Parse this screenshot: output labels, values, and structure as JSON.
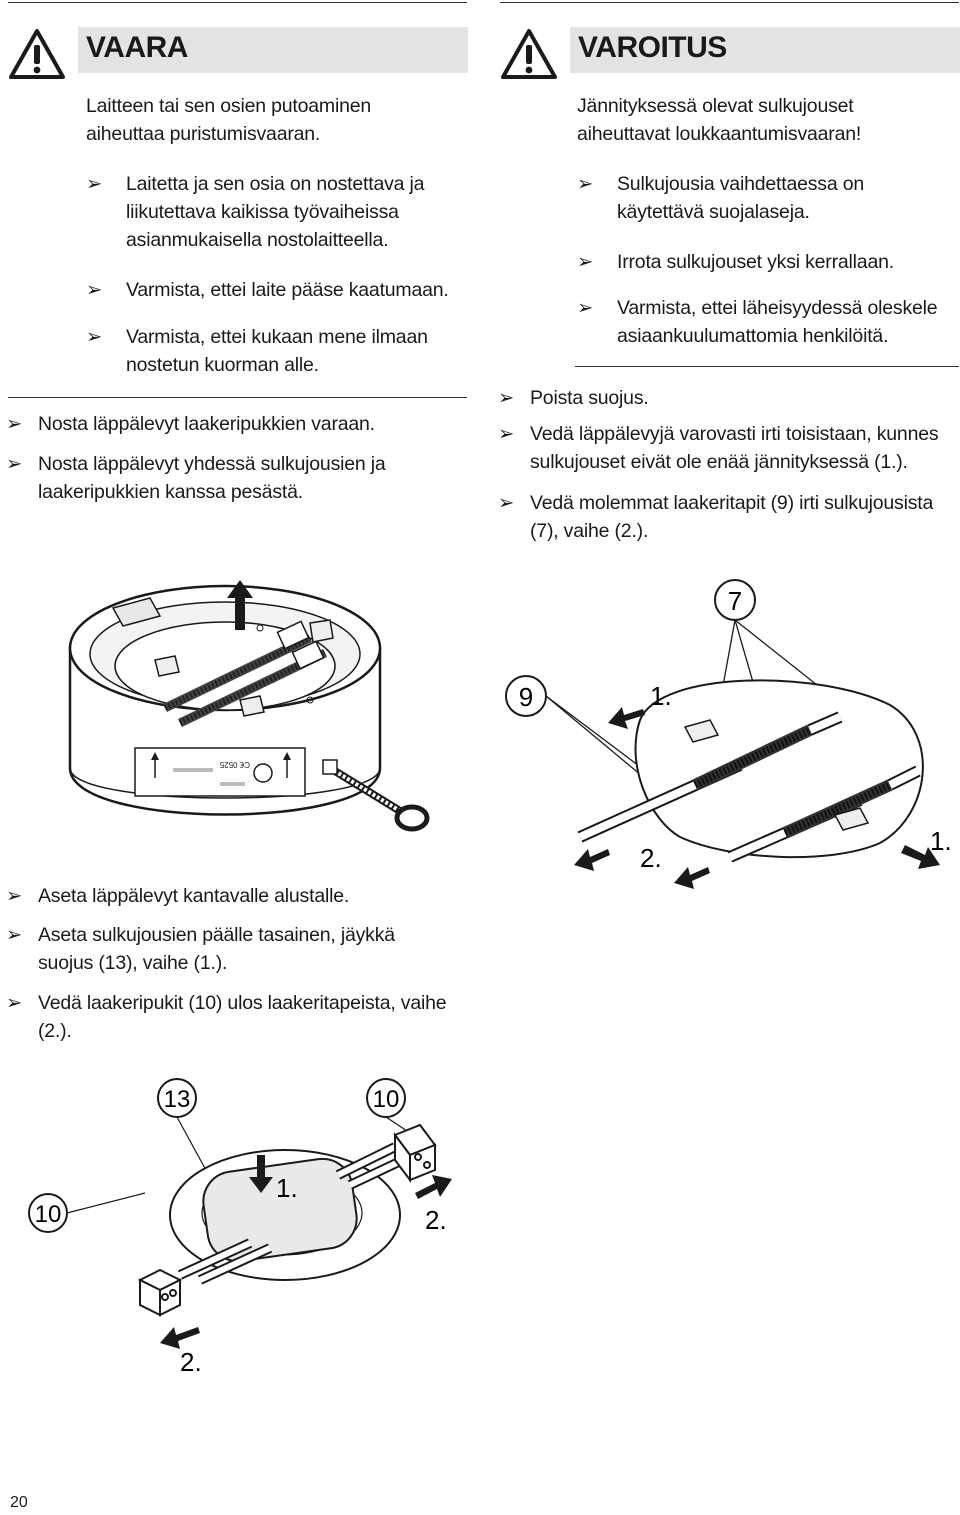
{
  "left": {
    "vaara": {
      "title": "VAARA",
      "lead": [
        "Laitteen tai sen osien putoaminen",
        "aiheuttaa puristumisvaaran."
      ],
      "bullets": [
        [
          "Laitetta ja sen osia on nostettava ja",
          "liikutettava kaikissa työvaiheissa",
          "asianmukaisella nostolaitteella."
        ],
        [
          "Varmista, ettei laite pääse kaatumaan."
        ],
        [
          "Varmista, ettei kukaan mene ilmaan",
          "nostetun kuorman alle."
        ]
      ]
    },
    "steps1": [
      [
        "Nosta läppälevyt laakeripukkien varaan."
      ],
      [
        "Nosta läppälevyt yhdessä sulkujousien ja",
        "laakeripukkien kanssa pesästä."
      ]
    ],
    "steps2": [
      [
        "Aseta läppälevyt kantavalle alustalle."
      ],
      [
        "Aseta sulkujousien päälle tasainen, jäykkä",
        "suojus (13), vaihe (1.)."
      ],
      [
        "Vedä laakeripukit (10) ulos laakeritapeista, vaihe",
        "(2.)."
      ]
    ],
    "fig2_labels": {
      "c13": "13",
      "c10a": "10",
      "c10b": "10",
      "s1": "1.",
      "s2a": "2.",
      "s2b": "2."
    }
  },
  "right": {
    "varoitus": {
      "title": "VAROITUS",
      "lead": [
        "Jännityksessä olevat sulkujouset",
        "aiheuttavat loukkaantumisvaaran!"
      ],
      "bullets": [
        [
          "Sulkujousia vaihdettaessa on",
          "käytettävä suojalaseja."
        ],
        [
          "Irrota sulkujouset yksi kerrallaan."
        ],
        [
          "Varmista, ettei läheisyydessä oleskele",
          "asiaankuulumattomia henkilöitä."
        ]
      ]
    },
    "steps": [
      [
        "Poista suojus."
      ],
      [
        "Vedä läppälevyjä varovasti irti toisistaan, kunnes",
        "sulkujouset eivät ole enää jännityksessä (1.)."
      ],
      [
        "Vedä molemmat laakeritapit (9) irti sulkujousista",
        "(7), vaihe (2.)."
      ]
    ],
    "fig_labels": {
      "c7": "7",
      "c9": "9",
      "s1a": "1.",
      "s1b": "1.",
      "s2": "2."
    }
  },
  "housing_label": {
    "mark": "C€ 0525"
  },
  "bullet_glyph": "➢",
  "page_number": "20"
}
